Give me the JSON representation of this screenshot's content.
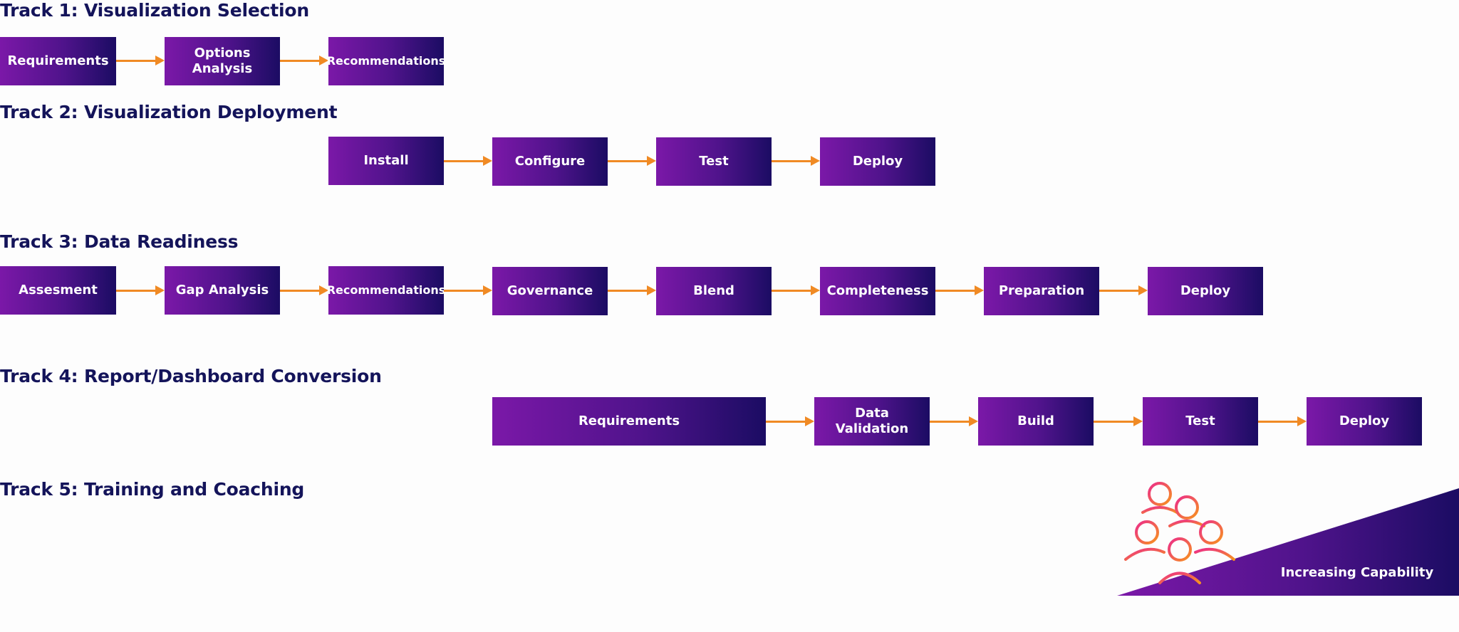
{
  "tracks": [
    {
      "title": "Track 1: Visualization Selection",
      "steps": [
        "Requirements",
        "Options\nAnalysis",
        "Recommendations"
      ]
    },
    {
      "title": "Track 2: Visualization Deployment",
      "steps": [
        "Install",
        "Configure",
        "Test",
        "Deploy"
      ]
    },
    {
      "title": "Track 3: Data Readiness",
      "steps": [
        "Assesment",
        "Gap Analysis",
        "Recommendations",
        "Governance",
        "Blend",
        "Completeness",
        "Preparation",
        "Deploy"
      ]
    },
    {
      "title": "Track 4: Report/Dashboard Conversion",
      "steps": [
        "Requirements",
        "Data\nValidation",
        "Build",
        "Test",
        "Deploy"
      ]
    },
    {
      "title": "Track 5: Training and Coaching",
      "steps": []
    }
  ],
  "capability": {
    "label": "Increasing Capability",
    "icon": "people-group-icon"
  },
  "colors": {
    "title": "#14145a",
    "box_start": "#7b18a8",
    "box_end": "#1b0c63",
    "arrow": "#f08a24",
    "icon_start": "#ec2c8a",
    "icon_end": "#f7931e"
  }
}
